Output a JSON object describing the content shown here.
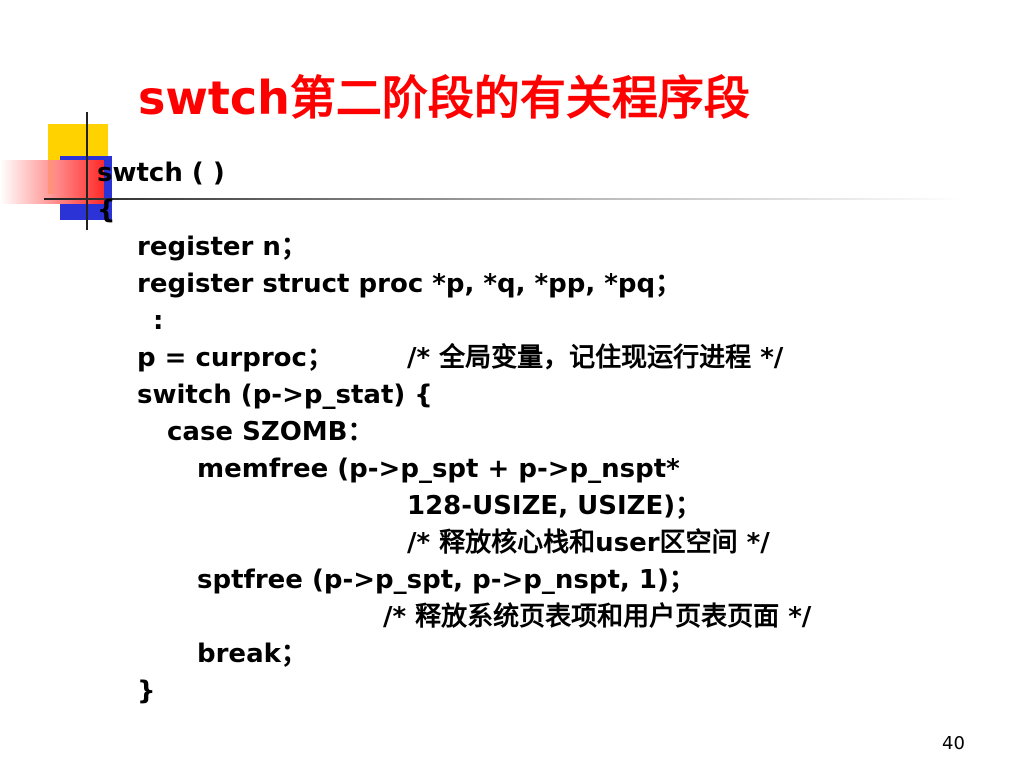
{
  "slide": {
    "title": "swtch第二阶段的有关程序段",
    "page_number": "40"
  },
  "code": {
    "line_01": "swtch ( )",
    "line_02": "{",
    "line_03": "register n；",
    "line_04": "register struct proc *p, *q, *pp, *pq；",
    "line_05": ":",
    "line_06a": "p = curproc；",
    "line_06b": "/* 全局变量，记住现运行进程 */",
    "line_07": "switch (p->p_stat) {",
    "line_08": "case SZOMB：",
    "line_09": "memfree (p->p_spt + p->p_nspt*",
    "line_10": "128-USIZE, USIZE)；",
    "line_11": "/* 释放核心栈和user区空间 */",
    "line_12": "sptfree (p->p_spt, p->p_nspt, 1)；",
    "line_13": "/* 释放系统页表项和用户页表页面 */",
    "line_14": "break；",
    "line_15": "}"
  }
}
